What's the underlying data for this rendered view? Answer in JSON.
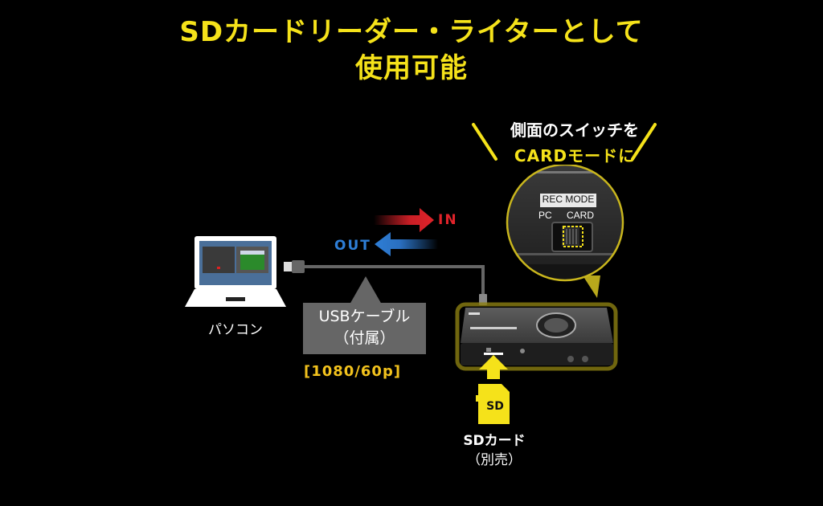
{
  "title": {
    "line1": "SDカードリーダー・ライターとして",
    "line2": "使用可能"
  },
  "callout": {
    "line1": "側面のスイッチを",
    "line2": "CARDモードに"
  },
  "switch_panel": {
    "rec_mode_label": "REC MODE",
    "pc_label": "PC",
    "card_label": "CARD",
    "selected_position": "CARD"
  },
  "flow": {
    "in_label": "IN",
    "out_label": "OUT"
  },
  "pc": {
    "label": "パソコン"
  },
  "cable": {
    "label_line1": "USBケーブル",
    "label_line2": "（付属）",
    "resolution": "[1080/60p]"
  },
  "sd_card": {
    "card_text": "SD",
    "label_line1": "SDカード",
    "label_line2": "（別売）"
  },
  "colors": {
    "accent_yellow": "#f5e21a",
    "in_red": "#e0232a",
    "out_blue": "#2e7ed6",
    "cable_gray": "#666666",
    "background": "#000000"
  }
}
